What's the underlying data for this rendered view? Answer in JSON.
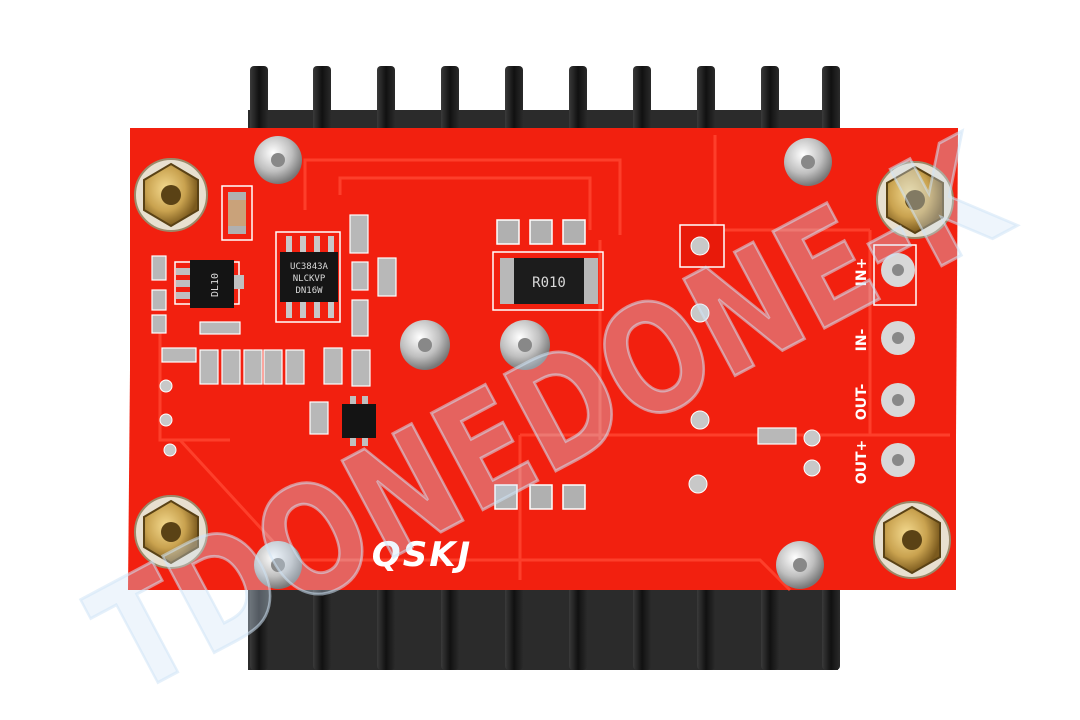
{
  "board": {
    "logo": "QSKJ",
    "labels": {
      "in_plus": "IN+",
      "in_minus": "IN-",
      "out_minus": "OUT-",
      "out_plus": "OUT+"
    },
    "ic_marking": [
      "UC3843A",
      "NLCKVP",
      "DN16W"
    ],
    "shunt_marking": "R010",
    "sot_marking": "DL10",
    "colors": {
      "pcb": "#f2200f",
      "pcb_trace": "#ff3a24",
      "silkscreen": "#ffffff",
      "heatsink": "#1c1c1c",
      "brass": "#c9a24f",
      "pad": "#b8b8b8"
    }
  },
  "watermark": {
    "text": "TDONEDONE-K",
    "color": "#cfe3f5"
  }
}
